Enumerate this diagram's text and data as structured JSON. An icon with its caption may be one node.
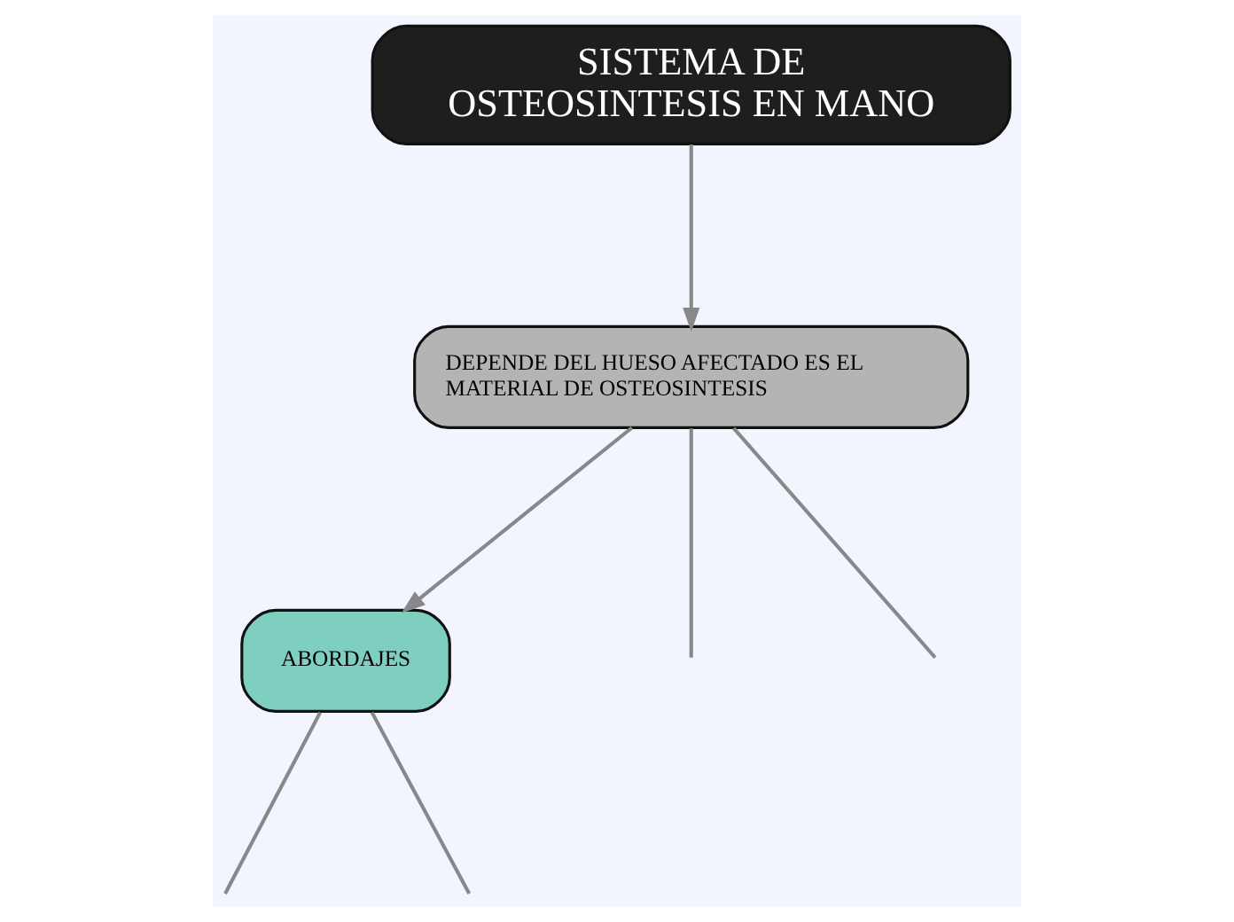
{
  "diagram": {
    "nodes": [
      {
        "text": [
          "SISTEMA DE OSTEOSINTESIS EN MANO"
        ]
      },
      {
        "text": [
          "DEPENDE DEL HUESO AFECTADO ES EL MATERIAL DE OSTEOSINTESIS"
        ]
      },
      {
        "text": [
          "ABORDAJES"
        ]
      }
    ],
    "edges": [
      {
        "from": 0,
        "to": 1,
        "arrow": "to"
      },
      {
        "from": 1,
        "to": null,
        "arrow": "none"
      },
      {
        "from": 1,
        "to": 2,
        "arrow": "to"
      },
      {
        "from": 1,
        "to": null,
        "arrow": "none"
      },
      {
        "from": 2,
        "to": null,
        "arrow": "none"
      },
      {
        "from": 2,
        "to": null,
        "arrow": "none"
      }
    ]
  }
}
